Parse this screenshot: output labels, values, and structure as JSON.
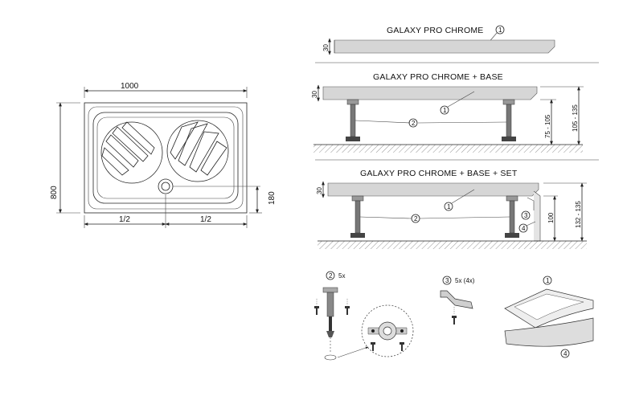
{
  "plan": {
    "width_label": "1000",
    "height_label": "800",
    "drain_offset_label": "180",
    "half_left_label": "1/2",
    "half_right_label": "1/2"
  },
  "panel1": {
    "title": "GALAXY PRO CHROME",
    "callout": "1",
    "thickness": "30"
  },
  "panel2": {
    "title": "GALAXY PRO CHROME + BASE",
    "callout_tray": "1",
    "callout_leg": "2",
    "thickness": "30",
    "leg_range": "75 - 105",
    "total_range": "105 - 135"
  },
  "panel3": {
    "title": "GALAXY PRO CHROME + BASE + SET",
    "callout_tray": "1",
    "callout_leg": "2",
    "callout_clip": "3",
    "callout_panel": "4",
    "thickness": "30",
    "panel_height": "100",
    "total_range": "132 - 135"
  },
  "parts": {
    "leg_num": "2",
    "leg_qty": "5x",
    "clip_num": "3",
    "clip_qty": "5x (4x)",
    "tray_num": "1",
    "panel_num": "4"
  }
}
